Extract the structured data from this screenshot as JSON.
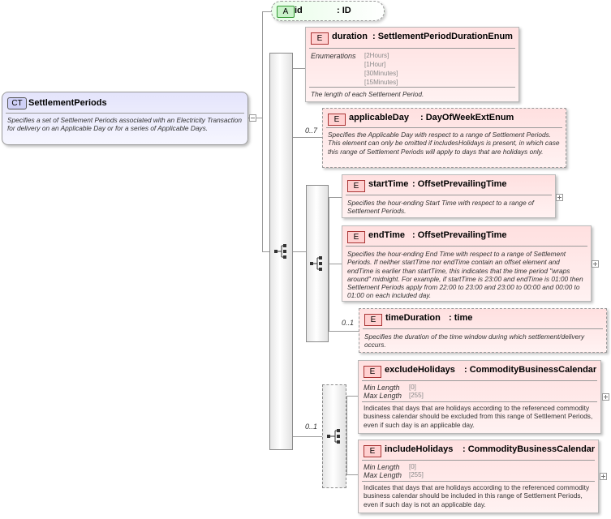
{
  "root": {
    "badge": "CT",
    "name": "SettlementPeriods",
    "desc": "Specifies a set of Settlement Periods associated with an Electricity Transaction for delivery on an Applicable Day or for a series of Applicable Days."
  },
  "attr": {
    "badge": "A",
    "name": "id",
    "type": ": ID"
  },
  "duration": {
    "badge": "E",
    "name": "duration",
    "type": ": SettlementPeriodDurationEnum",
    "enum_label": "Enumerations",
    "enums": [
      "[2Hours]",
      "[1Hour]",
      "[30Minutes]",
      "[15Minutes]"
    ],
    "desc": "The length of each Settlement Period."
  },
  "applicableDay": {
    "badge": "E",
    "name": "applicableDay",
    "type": ": DayOfWeekExtEnum",
    "occurs": "0..7",
    "desc": "Specifies the Applicable Day with respect to a range of Settlement Periods. This element can only be omitted if includesHolidays is present, in which case this range of Settlement Periods will apply to days that are holidays only."
  },
  "startTime": {
    "badge": "E",
    "name": "startTime",
    "type": ": OffsetPrevailingTime",
    "desc": "Specifies the hour-ending Start Time with respect to a range of Settlement Periods."
  },
  "endTime": {
    "badge": "E",
    "name": "endTime",
    "type": ": OffsetPrevailingTime",
    "desc": "Specifies the hour-ending End Time with respect to a range of Settlement Periods. If neither startTime nor endTime contain an offset element and endTime is earlier than startTime, this indicates that the time period \"wraps around\" midnight. For example, if startTime is 23:00 and endTime is 01:00 then Settlement Periods apply from 22:00 to 23:00 and 23:00 to 00:00 and 00:00 to 01:00 on each included day."
  },
  "timeDuration": {
    "badge": "E",
    "name": "timeDuration",
    "type": ": time",
    "occurs": "0..1",
    "desc": "Specifies the duration of the time window during which settlement/delivery occurs."
  },
  "holidayChoice": {
    "occurs": "0..1"
  },
  "excludeHolidays": {
    "badge": "E",
    "name": "excludeHolidays",
    "type": ": CommodityBusinessCalendar",
    "min_label": "Min Length",
    "min_val": "[0]",
    "max_label": "Max Length",
    "max_val": "[255]",
    "desc": "Indicates that days that are holidays according to the referenced commodity business calendar should be excluded from this range of Settlement Periods, even if such day is an applicable day."
  },
  "includeHolidays": {
    "badge": "E",
    "name": "includeHolidays",
    "type": ": CommodityBusinessCalendar",
    "min_label": "Min Length",
    "min_val": "[0]",
    "max_label": "Max Length",
    "max_val": "[255]",
    "desc": "Indicates that days that are holidays according to the referenced commodity business calendar should be included in this range of Settlement Periods, even if such day is not an applicable day."
  }
}
